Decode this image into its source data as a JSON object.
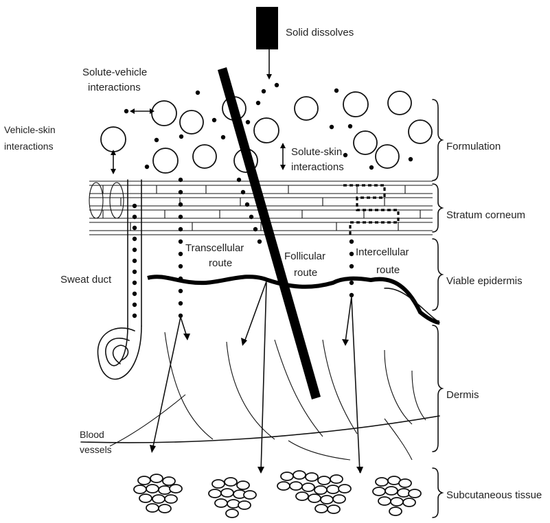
{
  "labels": {
    "solid_dissolves": "Solid dissolves",
    "solute_vehicle_1": "Solute-vehicle",
    "solute_vehicle_2": "interactions",
    "vehicle_skin_1": "Vehicle-skin",
    "vehicle_skin_2": "interactions",
    "solute_skin_1": "Solute-skin",
    "solute_skin_2": "interactions",
    "transcellular_1": "Transcellular",
    "transcellular_2": "route",
    "follicular_1": "Follicular",
    "follicular_2": "route",
    "intercellular_1": "Intercellular",
    "intercellular_2": "route",
    "sweat_duct": "Sweat duct",
    "blood_vessels_1": "Blood",
    "blood_vessels_2": "vessels"
  },
  "layers": [
    "Formulation",
    "Stratum corneum",
    "Viable epidermis",
    "Dermis",
    "Subcutaneous tissue"
  ],
  "colors": {
    "ink": "#111111",
    "background": "#ffffff"
  }
}
